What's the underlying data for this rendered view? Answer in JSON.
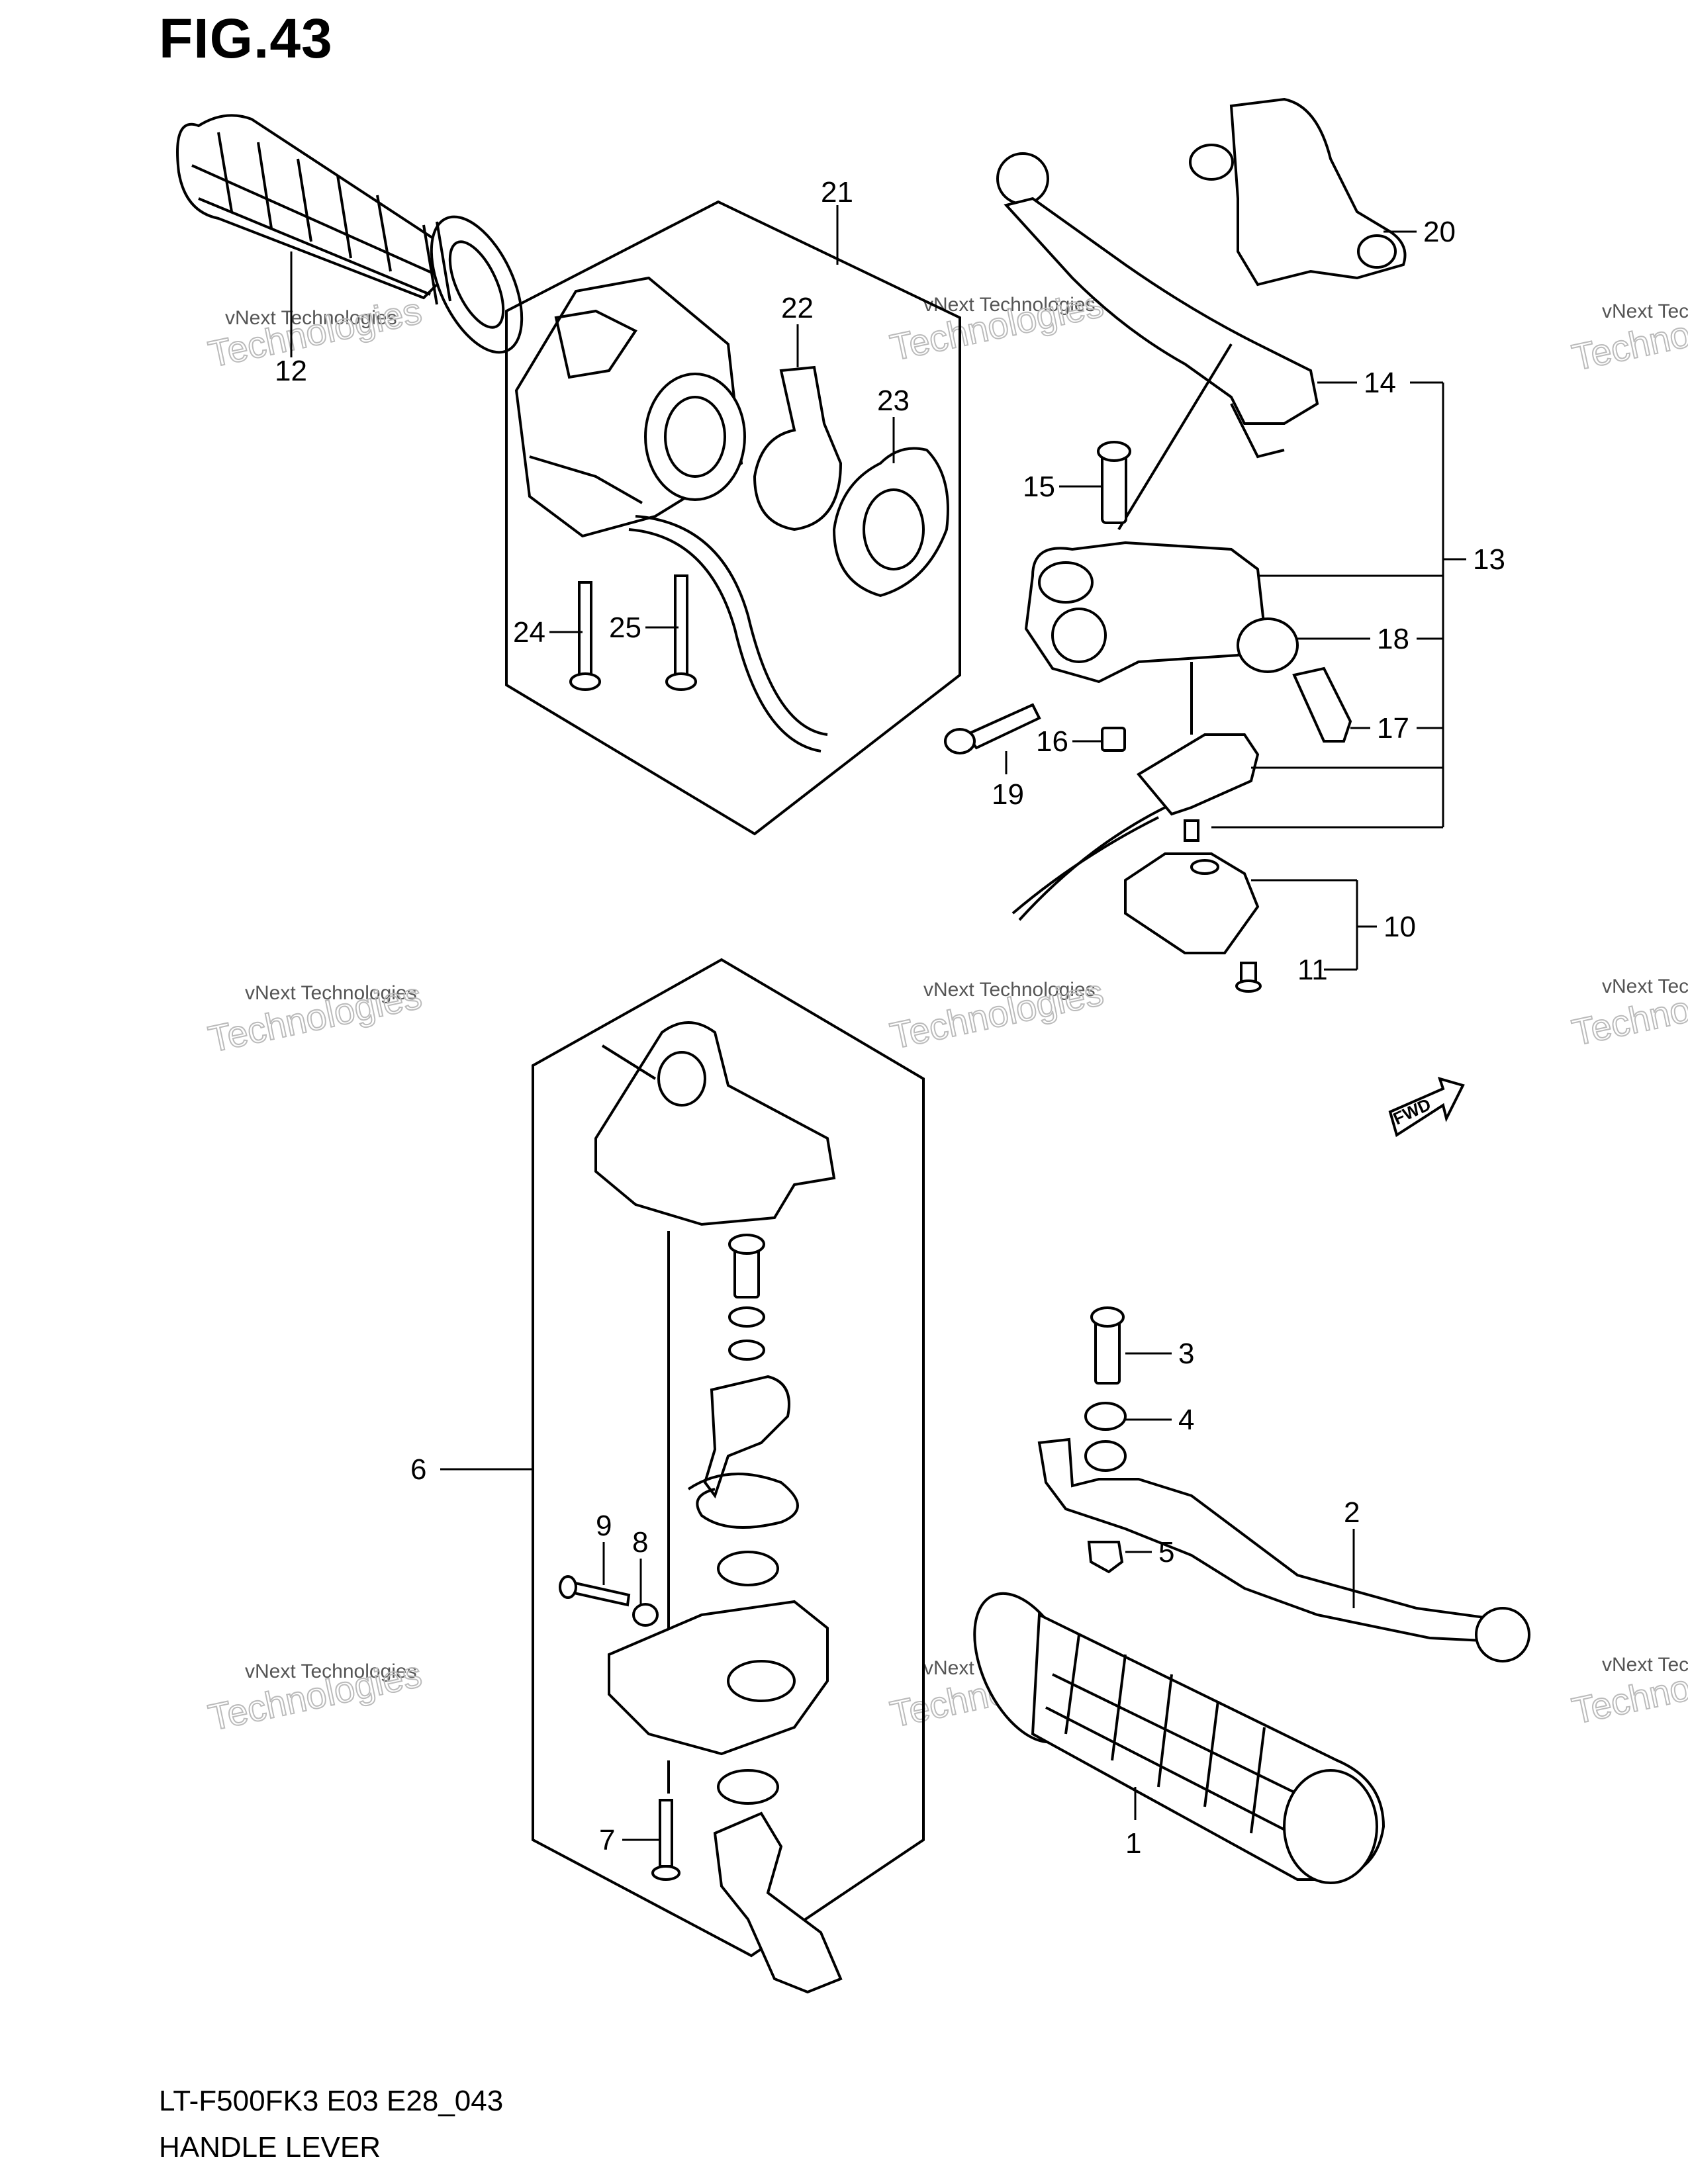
{
  "figure": {
    "title": "FIG.43",
    "model_code": "LT-F500FK3 E03 E28_043",
    "name": "HANDLE LEVER",
    "fwd_label": "FWD"
  },
  "watermark": {
    "line1": "vNext Technologies",
    "line2": "vNext",
    "line3": "Technologies"
  },
  "callouts": [
    {
      "id": "1",
      "label": "1"
    },
    {
      "id": "2",
      "label": "2"
    },
    {
      "id": "3",
      "label": "3"
    },
    {
      "id": "4",
      "label": "4"
    },
    {
      "id": "5",
      "label": "5"
    },
    {
      "id": "6",
      "label": "6"
    },
    {
      "id": "7",
      "label": "7"
    },
    {
      "id": "8",
      "label": "8"
    },
    {
      "id": "9",
      "label": "9"
    },
    {
      "id": "10",
      "label": "10"
    },
    {
      "id": "11",
      "label": "11"
    },
    {
      "id": "12",
      "label": "12"
    },
    {
      "id": "13",
      "label": "13"
    },
    {
      "id": "14",
      "label": "14"
    },
    {
      "id": "15",
      "label": "15"
    },
    {
      "id": "16",
      "label": "16"
    },
    {
      "id": "17",
      "label": "17"
    },
    {
      "id": "18",
      "label": "18"
    },
    {
      "id": "19",
      "label": "19"
    },
    {
      "id": "20",
      "label": "20"
    },
    {
      "id": "21",
      "label": "21"
    },
    {
      "id": "22",
      "label": "22"
    },
    {
      "id": "23",
      "label": "23"
    },
    {
      "id": "24",
      "label": "24"
    },
    {
      "id": "25",
      "label": "25"
    }
  ]
}
